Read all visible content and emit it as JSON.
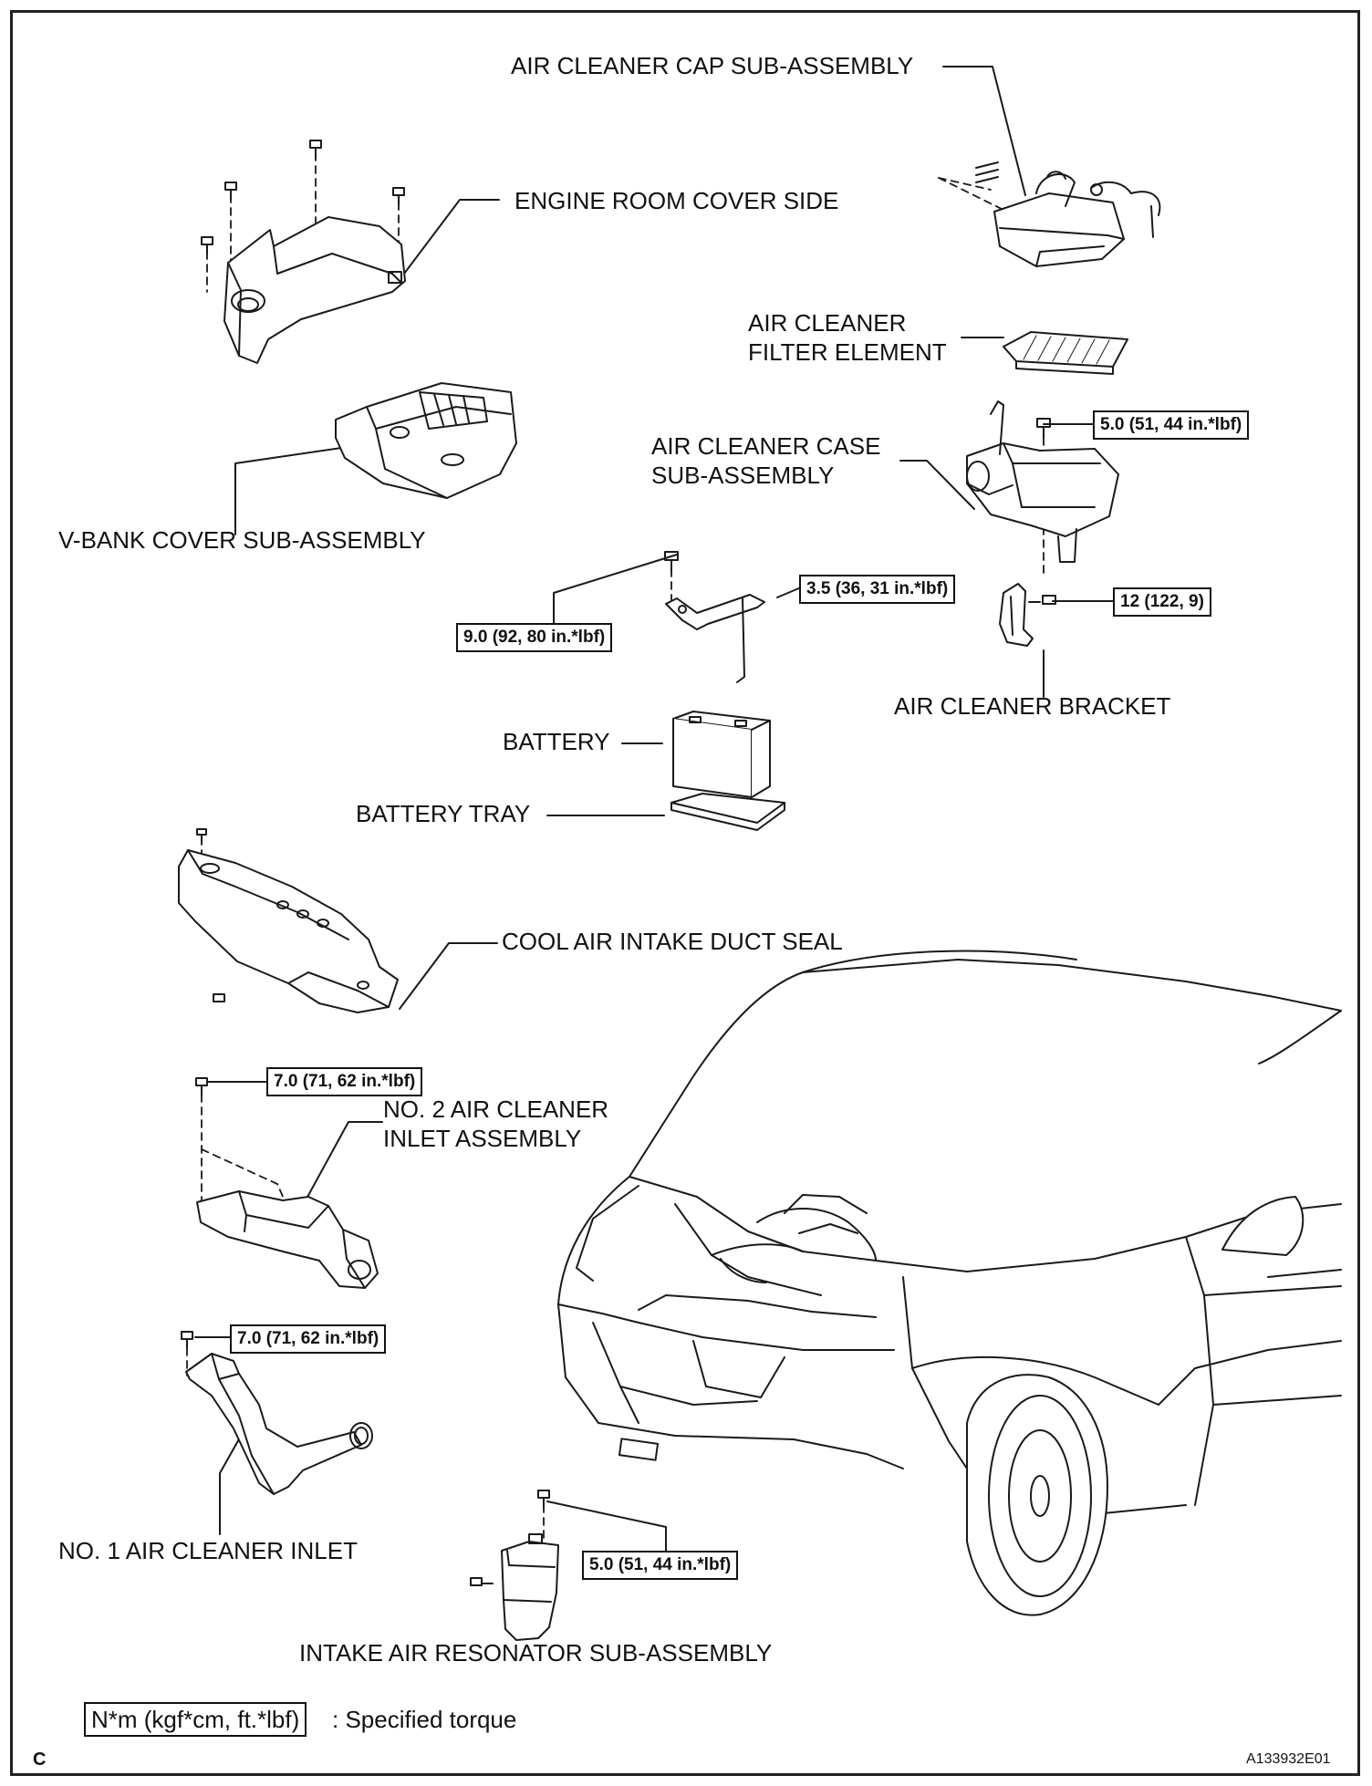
{
  "labels": {
    "air_cleaner_cap": "AIR CLEANER CAP SUB-ASSEMBLY",
    "engine_room_cover_side": "ENGINE ROOM COVER SIDE",
    "air_cleaner_filter_element_1": "AIR CLEANER",
    "air_cleaner_filter_element_2": "FILTER ELEMENT",
    "air_cleaner_case_1": "AIR CLEANER CASE",
    "air_cleaner_case_2": "SUB-ASSEMBLY",
    "v_bank_cover": "V-BANK COVER SUB-ASSEMBLY",
    "air_cleaner_bracket": "AIR CLEANER BRACKET",
    "battery": "BATTERY",
    "battery_tray": "BATTERY TRAY",
    "cool_air_intake_duct_seal": "COOL AIR INTAKE DUCT SEAL",
    "no2_inlet_1": "NO. 2 AIR CLEANER",
    "no2_inlet_2": "INLET ASSEMBLY",
    "no1_air_cleaner_inlet": "NO. 1 AIR CLEANER INLET",
    "intake_air_resonator": "INTAKE AIR RESONATOR SUB-ASSEMBLY"
  },
  "torques": {
    "case_bolt": "5.0 (51, 44 in.*lbf)",
    "clamp_nut": "3.5 (36, 31 in.*lbf)",
    "bracket_bolt": "12 (122, 9)",
    "clamp_bolt": "9.0 (92, 80 in.*lbf)",
    "no2_inlet": "7.0 (71, 62 in.*lbf)",
    "no1_inlet": "7.0 (71, 62 in.*lbf)",
    "resonator": "5.0 (51, 44 in.*lbf)"
  },
  "legend": {
    "unit_box": "N*m (kgf*cm, ft.*lbf)",
    "text": ": Specified torque"
  },
  "footer": {
    "letter": "C",
    "figure_id": "A133932E01"
  }
}
